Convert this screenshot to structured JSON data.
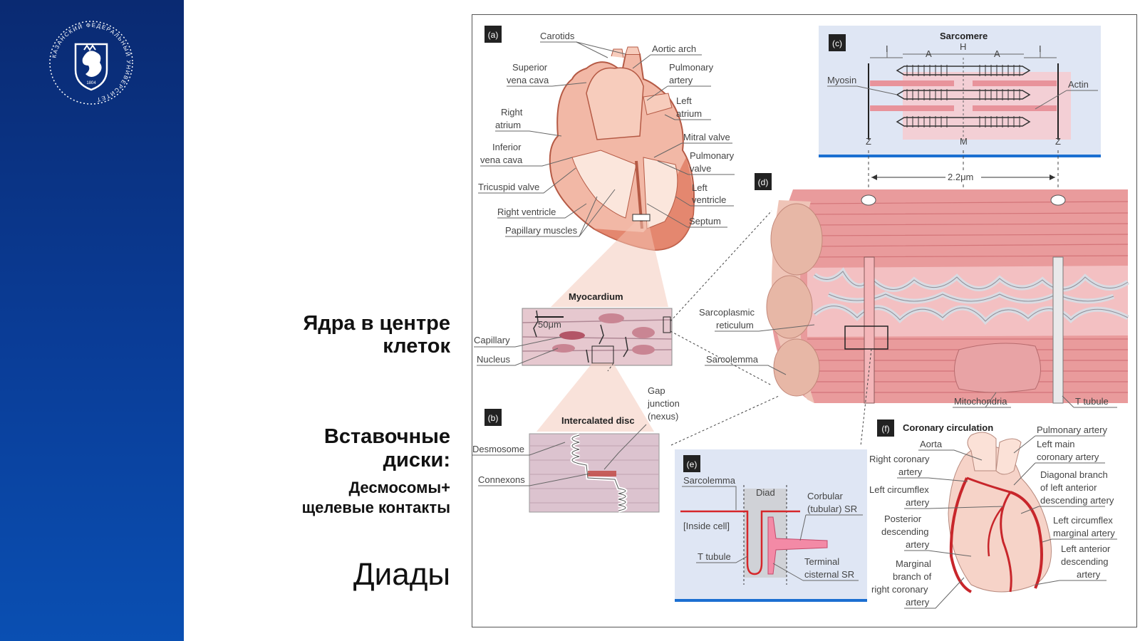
{
  "colors": {
    "sidebar": "#0a3d98",
    "muscle": "#e89a94",
    "panel": "#dfe6f4",
    "accent_blue": "#1b6fd1"
  },
  "logo": {
    "ring_text": "КАЗАНСКИЙ ФЕДЕРАЛЬНЫЙ УНИВЕРСИТЕТ",
    "year": "1804"
  },
  "left_text": {
    "nuclei_1": "Ядра в центре",
    "nuclei_2": "клеток",
    "discs_1": "Вставочные",
    "discs_2": "диски:",
    "junctions_1": "Десмосомы+",
    "junctions_2": "щелевые контакты",
    "diads": "Диады"
  },
  "figure": {
    "panel_a": {
      "tag": "(a)",
      "carotids": "Carotids",
      "aortic_arch": "Aortic arch",
      "svc_1": "Superior",
      "svc_2": "vena cava",
      "pa_1": "Pulmonary",
      "pa_2": "artery",
      "la_1": "Left",
      "la_2": "atrium",
      "ra_1": "Right",
      "ra_2": "atrium",
      "mitral": "Mitral valve",
      "ivc_1": "Inferior",
      "ivc_2": "vena cava",
      "pv_1": "Pulmonary",
      "pv_2": "valve",
      "tricuspid": "Tricuspid valve",
      "lv_1": "Left",
      "lv_2": "ventricle",
      "rv": "Right ventricle",
      "septum": "Septum",
      "papillary": "Papillary muscles"
    },
    "myocardium": {
      "title": "Myocardium",
      "scale": "50μm",
      "capillary": "Capillary",
      "nucleus": "Nucleus"
    },
    "panel_b": {
      "tag": "(b)",
      "title": "Intercalated disc",
      "gap_1": "Gap",
      "gap_2": "junction",
      "gap_3": "(nexus)",
      "desmosome": "Desmosome",
      "connexons": "Connexons"
    },
    "panel_c": {
      "tag": "(c)",
      "title": "Sarcomere",
      "band_i": "I",
      "band_a": "A",
      "band_h": "H",
      "myosin": "Myosin",
      "actin": "Actin",
      "z": "Z",
      "m": "M",
      "length": "2.2μm"
    },
    "panel_d": {
      "tag": "(d)",
      "sr_1": "Sarcoplasmic",
      "sr_2": "reticulum",
      "sarcolemma": "Sarcolemma",
      "mitochondria": "Mitochondria",
      "t_tubule": "T tubule"
    },
    "panel_e": {
      "tag": "(e)",
      "sarcolemma": "Sarcolemma",
      "diad": "Diad",
      "corbular_1": "Corbular",
      "corbular_2": "(tubular) SR",
      "inside": "[Inside cell]",
      "t_tubule": "T tubule",
      "terminal_1": "Terminal",
      "terminal_2": "cisternal SR"
    },
    "panel_f": {
      "tag": "(f)",
      "title": "Coronary circulation",
      "pulm": "Pulmonary artery",
      "aorta": "Aorta",
      "lmain_1": "Left main",
      "lmain_2": "coronary artery",
      "rca_1": "Right coronary",
      "rca_2": "artery",
      "diag_1": "Diagonal branch",
      "diag_2": "of left anterior",
      "diag_3": "descending artery",
      "lcx_1": "Left circumflex",
      "lcx_2": "artery",
      "pda_1": "Posterior",
      "pda_2": "descending",
      "pda_3": "artery",
      "lcxm_1": "Left circumflex",
      "lcxm_2": "marginal artery",
      "lad_1": "Left anterior",
      "lad_2": "descending",
      "lad_3": "artery",
      "marg_1": "Marginal",
      "marg_2": "branch of",
      "marg_3": "right coronary",
      "marg_4": "artery"
    }
  }
}
